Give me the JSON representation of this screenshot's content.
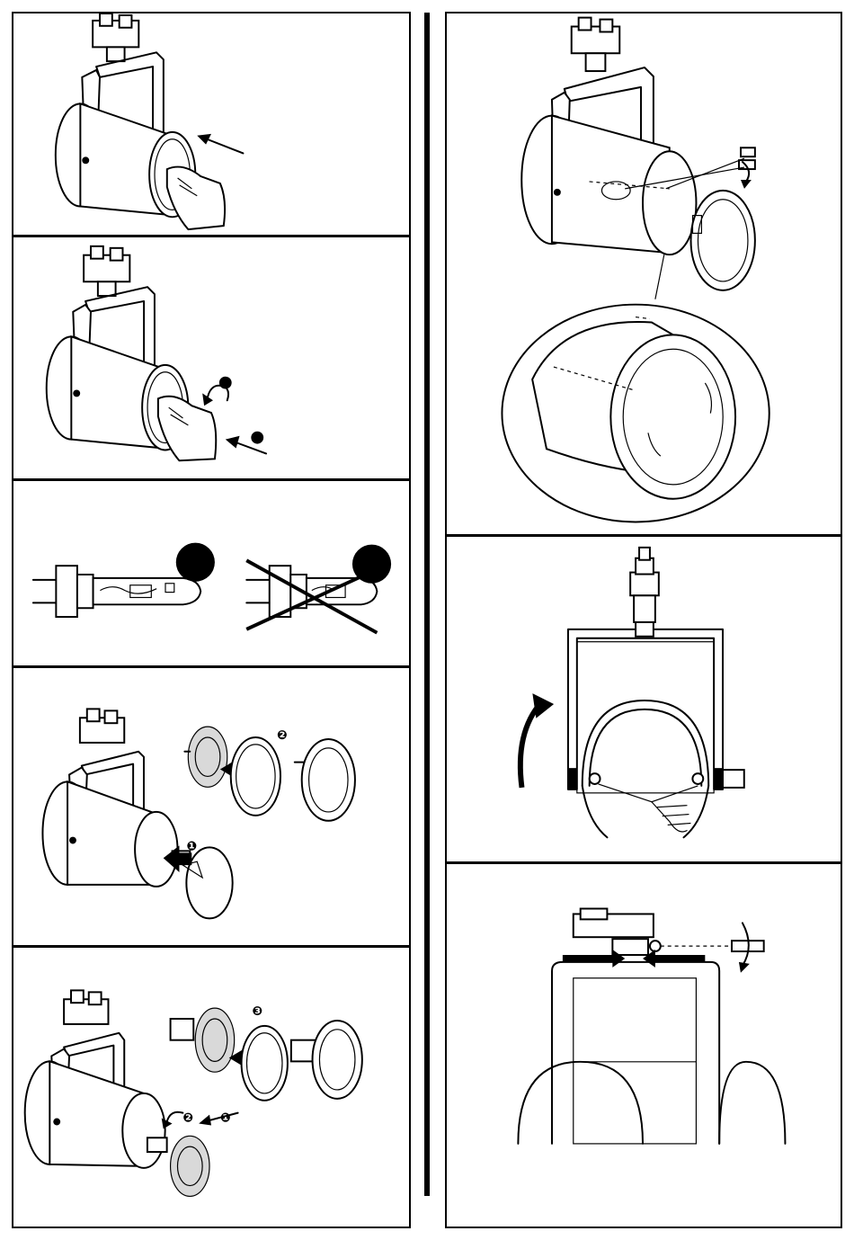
{
  "figure": {
    "left_column": [
      {
        "id": "p1",
        "icon": "track-spotlight-insert-lens-icon"
      },
      {
        "id": "p2",
        "icon": "track-spotlight-twist-lock-icon",
        "markers": [
          "",
          ""
        ]
      },
      {
        "id": "p3",
        "icon": "lamp-orientation-correct-incorrect-icon",
        "markers": [
          "",
          ""
        ]
      },
      {
        "id": "p4",
        "icon": "reflector-lamp-assembly-icon",
        "step_numbers": [
          "❶",
          "❷"
        ]
      },
      {
        "id": "p5",
        "icon": "reflector-lamp-twist-install-icon",
        "step_numbers": [
          "❶",
          "❷",
          "❸"
        ]
      }
    ],
    "right_column": [
      {
        "id": "p6",
        "icon": "front-ring-screw-detail-icon"
      },
      {
        "id": "p7",
        "icon": "head-tilt-rotation-icon"
      },
      {
        "id": "p8",
        "icon": "adapter-lock-side-view-icon"
      }
    ],
    "colors": {
      "ink": "#000000",
      "paper": "#ffffff",
      "shade": "#d9d9d9"
    }
  }
}
